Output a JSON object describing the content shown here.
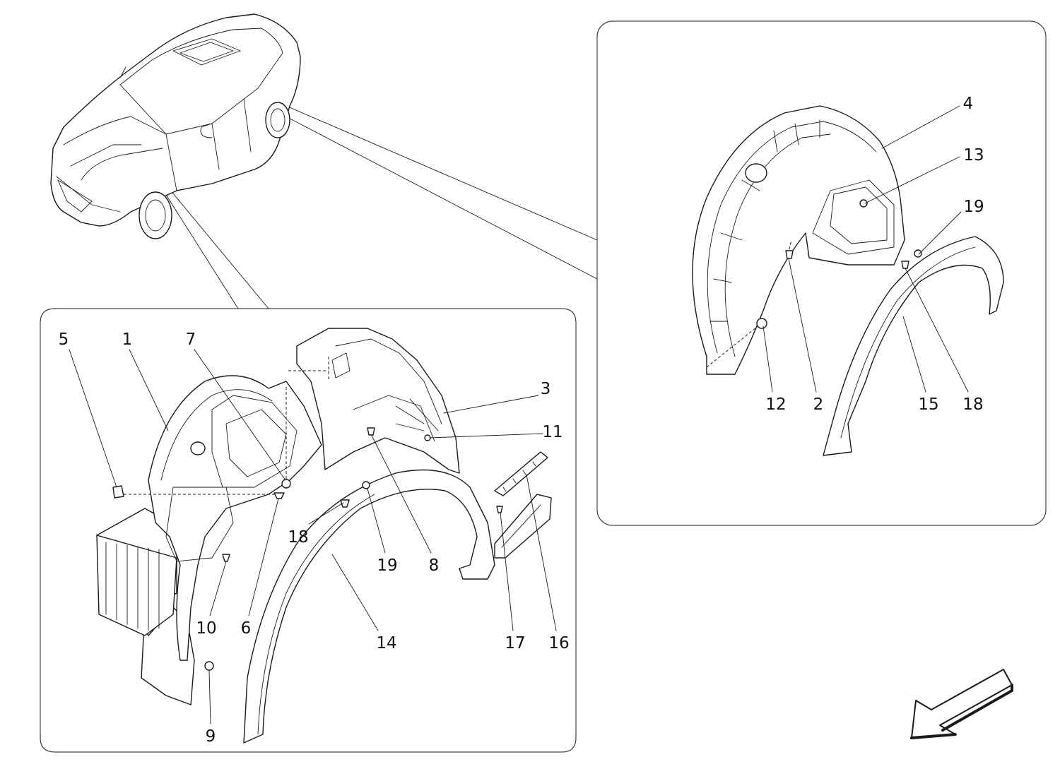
{
  "diagram": {
    "rear_panel": {
      "callouts": [
        {
          "id": "r4",
          "text": "4"
        },
        {
          "id": "r13",
          "text": "13"
        },
        {
          "id": "r19",
          "text": "19"
        },
        {
          "id": "r12",
          "text": "12"
        },
        {
          "id": "r2",
          "text": "2"
        },
        {
          "id": "r15",
          "text": "15"
        },
        {
          "id": "r18",
          "text": "18"
        }
      ]
    },
    "front_panel": {
      "callouts": [
        {
          "id": "f5",
          "text": "5"
        },
        {
          "id": "f1",
          "text": "1"
        },
        {
          "id": "f7",
          "text": "7"
        },
        {
          "id": "f3",
          "text": "3"
        },
        {
          "id": "f11",
          "text": "11"
        },
        {
          "id": "f18",
          "text": "18"
        },
        {
          "id": "f19",
          "text": "19"
        },
        {
          "id": "f8",
          "text": "8"
        },
        {
          "id": "f10",
          "text": "10"
        },
        {
          "id": "f6",
          "text": "6"
        },
        {
          "id": "f14",
          "text": "14"
        },
        {
          "id": "f17",
          "text": "17"
        },
        {
          "id": "f16",
          "text": "16"
        },
        {
          "id": "f9",
          "text": "9"
        }
      ]
    },
    "icons": {
      "vehicle": "suv-outline-icon",
      "direction": "direction-arrow-icon"
    },
    "colors": {
      "line": "#1a1a1a",
      "background": "#ffffff"
    }
  }
}
